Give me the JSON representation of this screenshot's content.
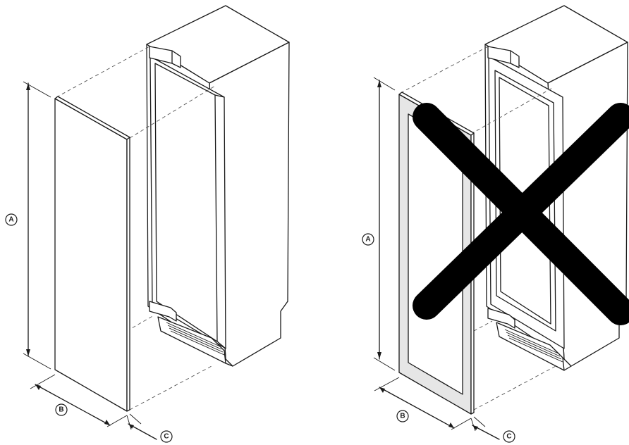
{
  "callouts": {
    "left": {
      "a": "A",
      "b": "B",
      "c": "C"
    },
    "right": {
      "a": "A",
      "b": "B",
      "c": "C"
    }
  },
  "colors": {
    "line": "#1a1a1a",
    "glass_panel_fill": "#e6e6e6",
    "cross": "#000000"
  }
}
